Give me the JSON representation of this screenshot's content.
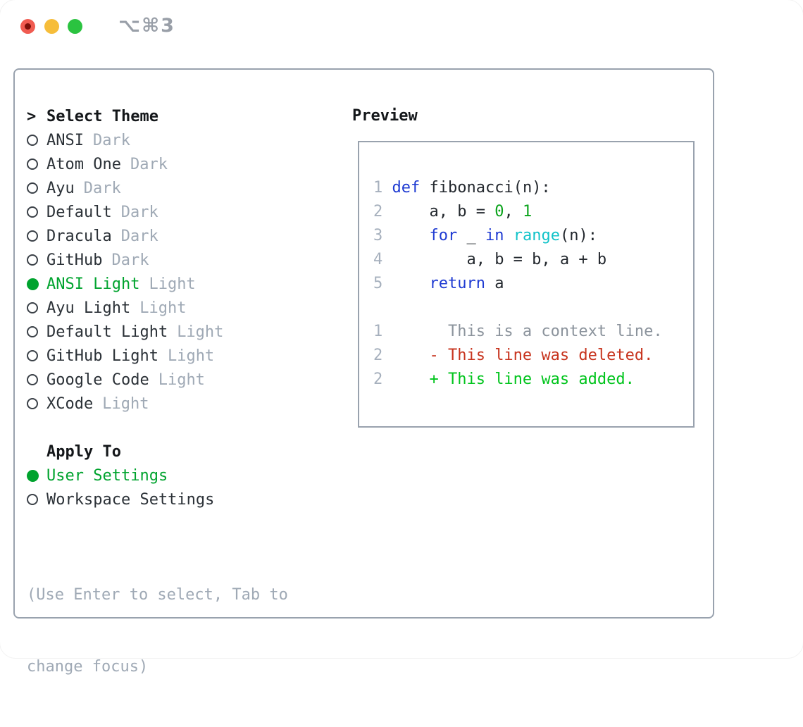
{
  "window": {
    "title": "⌥⌘3",
    "traffic_lights": [
      {
        "name": "close"
      },
      {
        "name": "minimize"
      },
      {
        "name": "zoom"
      }
    ]
  },
  "colors": {
    "accent_green": "#00a32e",
    "keyword_blue": "#1e3ad2",
    "builtin_cyan": "#12c3c9",
    "number_green": "#0aa31b",
    "diff_red": "#c7331d",
    "diff_green": "#00c41c",
    "context_gray": "#8b939c",
    "linenum_gray": "#a6b0bd",
    "muted_gray": "#9fa9b5",
    "text_dark": "#2b3137",
    "code_text": "#23282e",
    "heading_black": "#14171a",
    "border_gray": "#99a2ae",
    "titlebar_gray": "#999fa8",
    "traffic_red": "#f05b51",
    "traffic_red_dot": "#7d100a",
    "traffic_yellow": "#f6bd3a",
    "traffic_green": "#2bc340"
  },
  "theme_panel": {
    "prompt": ">",
    "title": "Select Theme",
    "items": [
      {
        "name": "ANSI",
        "variant": "Dark",
        "selected": false
      },
      {
        "name": "Atom One",
        "variant": "Dark",
        "selected": false
      },
      {
        "name": "Ayu",
        "variant": "Dark",
        "selected": false
      },
      {
        "name": "Default",
        "variant": "Dark",
        "selected": false
      },
      {
        "name": "Dracula",
        "variant": "Dark",
        "selected": false
      },
      {
        "name": "GitHub",
        "variant": "Dark",
        "selected": false
      },
      {
        "name": "ANSI Light",
        "variant": "Light",
        "selected": true
      },
      {
        "name": "Ayu Light",
        "variant": "Light",
        "selected": false
      },
      {
        "name": "Default Light",
        "variant": "Light",
        "selected": false
      },
      {
        "name": "GitHub Light",
        "variant": "Light",
        "selected": false
      },
      {
        "name": "Google Code",
        "variant": "Light",
        "selected": false
      },
      {
        "name": "XCode",
        "variant": "Light",
        "selected": false
      }
    ],
    "apply_to": {
      "title": "Apply To",
      "options": [
        {
          "label": "User Settings",
          "selected": true
        },
        {
          "label": "Workspace Settings",
          "selected": false
        }
      ]
    },
    "help_lines": [
      "(Use Enter to select, Tab to",
      "change focus)"
    ]
  },
  "preview": {
    "title": "Preview",
    "code_lines": [
      {
        "num": "1",
        "segments": [
          {
            "text": "def",
            "color": "keyword"
          },
          {
            "text": " fibonacci(n):",
            "color": "text"
          }
        ]
      },
      {
        "num": "2",
        "segments": [
          {
            "text": "    a, b = ",
            "color": "text"
          },
          {
            "text": "0",
            "color": "number"
          },
          {
            "text": ", ",
            "color": "text"
          },
          {
            "text": "1",
            "color": "number"
          }
        ]
      },
      {
        "num": "3",
        "segments": [
          {
            "text": "    ",
            "color": "text"
          },
          {
            "text": "for",
            "color": "keyword"
          },
          {
            "text": " _ ",
            "color": "text"
          },
          {
            "text": "in",
            "color": "keyword"
          },
          {
            "text": " ",
            "color": "text"
          },
          {
            "text": "range",
            "color": "builtin"
          },
          {
            "text": "(n):",
            "color": "text"
          }
        ]
      },
      {
        "num": "4",
        "segments": [
          {
            "text": "        a, b = b, a + b",
            "color": "text"
          }
        ]
      },
      {
        "num": "5",
        "segments": [
          {
            "text": "    ",
            "color": "text"
          },
          {
            "text": "return",
            "color": "keyword"
          },
          {
            "text": " a",
            "color": "text"
          }
        ]
      }
    ],
    "diff_lines": [
      {
        "num": "1",
        "marker": " ",
        "text": "This is a context line.",
        "type": "context"
      },
      {
        "num": "2",
        "marker": "-",
        "text": "This line was deleted.",
        "type": "deleted"
      },
      {
        "num": "2",
        "marker": "+",
        "text": "This line was added.",
        "type": "added"
      }
    ]
  }
}
